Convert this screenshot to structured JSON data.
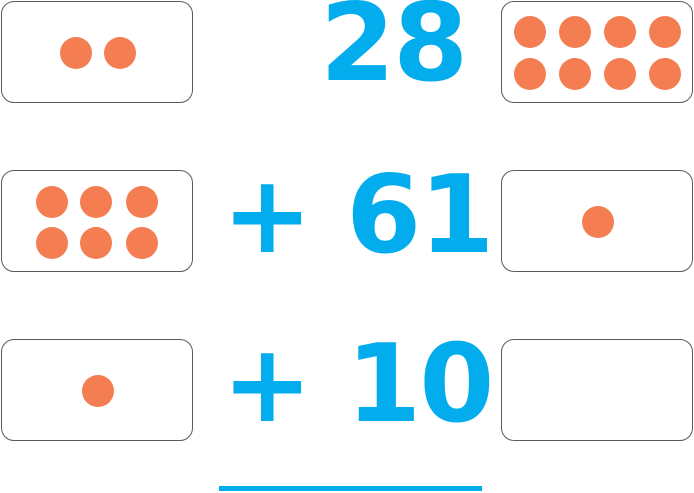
{
  "colors": {
    "number": "#03ADED",
    "dot": "#F47D51",
    "border": "#5a5a5a"
  },
  "rows": [
    {
      "sign": "",
      "number": "28",
      "left_dots": 2,
      "right_dots": 8
    },
    {
      "sign": "+",
      "number": "61",
      "left_dots": 6,
      "right_dots": 1
    },
    {
      "sign": "+",
      "number": "10",
      "left_dots": 1,
      "right_dots": 0
    }
  ]
}
